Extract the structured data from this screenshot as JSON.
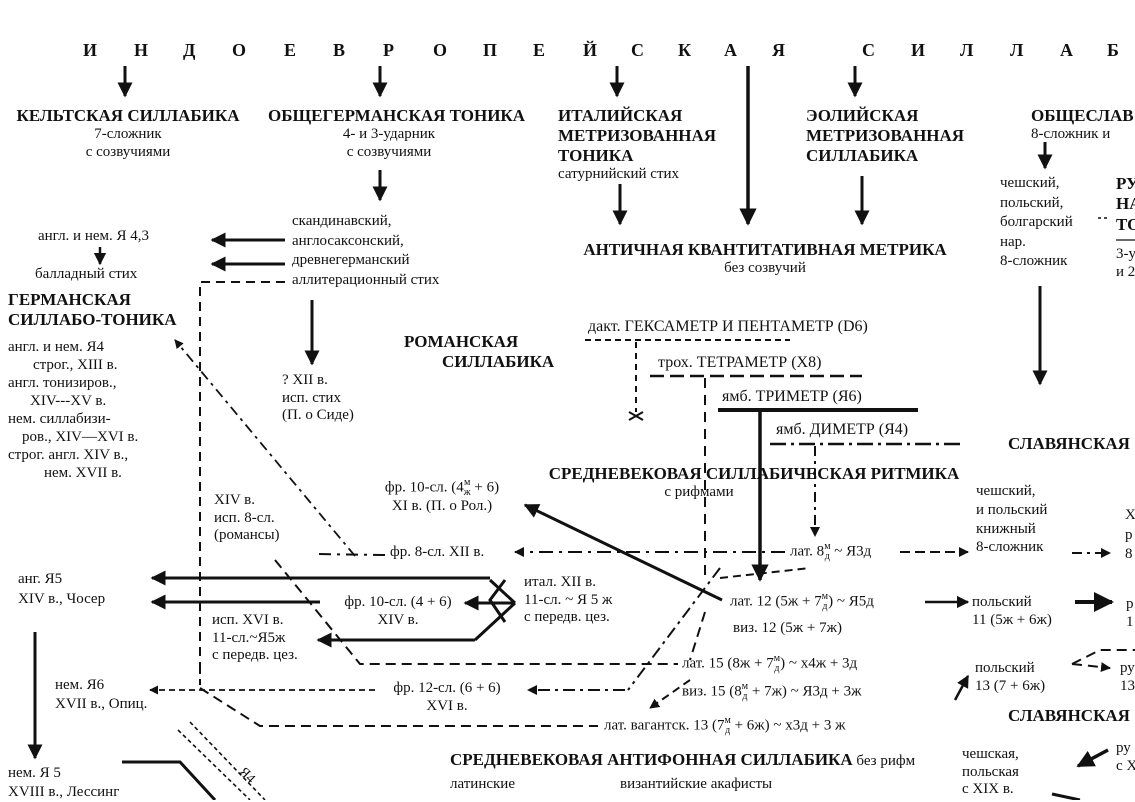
{
  "header_letters": [
    "И",
    "Н",
    "Д",
    "О",
    "Е",
    "В",
    "Р",
    "О",
    "П",
    "Е",
    "Й",
    "С",
    "К",
    "А",
    "Я",
    "С",
    "И",
    "Л",
    "Л",
    "А",
    "Б"
  ],
  "celtic": {
    "title": "КЕЛЬТСКАЯ СИЛЛАБИКА",
    "l1": "7-сложник",
    "l2": "с созвучиями"
  },
  "germanic_tonic": {
    "title": "ОБЩЕГЕРМАНСКАЯ ТОНИКА",
    "l1": "4- и 3-ударник",
    "l2": "с созвучиями"
  },
  "italic": {
    "l1": "ИТАЛИЙСКАЯ",
    "l2": "МЕТРИЗОВАННАЯ",
    "l3": "ТОНИКА",
    "l4": "сатурнийский стих"
  },
  "aeolic": {
    "l1": "ЭОЛИЙСКАЯ",
    "l2": "МЕТРИЗОВАННАЯ",
    "l3": "СИЛЛАБИКА"
  },
  "slavic_common": {
    "title": "ОБЩЕСЛАВ",
    "sub": "8-сложник и"
  },
  "czech_col": {
    "l1": "чешский,",
    "l2": "польский,",
    "l3": "болгарский",
    "l4": "нар.",
    "l5": "8-сложник"
  },
  "ru_col": {
    "l1": "РУ",
    "l2": "НА",
    "l3": "ТО",
    "l4": "3-у",
    "l5": "и 2"
  },
  "scand": {
    "l1": "скандинавский,",
    "l2": "англосаксонский,",
    "l3": "древнегерманский",
    "l4": "аллитерационный стих"
  },
  "antique": {
    "title": "АНТИЧНАЯ КВАНТИТАТИВНАЯ МЕТРИКА",
    "sub": "без созвучий"
  },
  "eng_ger": {
    "l1": "англ. и нем. Я 4,3",
    "l2": "балладный стих"
  },
  "germ_syll": {
    "l1": "ГЕРМАНСКАЯ",
    "l2": "СИЛЛАБО-ТОНИКА"
  },
  "germ_list": [
    "англ. и нем. Я4",
    "строг., XIII в.",
    "англ. тонизиров.,",
    "XIV---XV в.",
    "нем. силлабизи-",
    "ров., XIV—XVI в.",
    "строг. англ. XIV в.,",
    "нем. XVII в."
  ],
  "xii": {
    "l1": "?   XII в.",
    "l2": "исп. стих",
    "l3": "(П. о Сиде)"
  },
  "romance": {
    "l1": "РОМАНСКАЯ",
    "l2": "СИЛЛАБИКА"
  },
  "hex": {
    "text": "дакт.  ГЕКСАМЕТР И ПЕНТАМЕТР  (D6)"
  },
  "tetr": {
    "text": "трох.  ТЕТРАМЕТР  (Х8)"
  },
  "trim": {
    "text": "ямб.  ТРИМЕТР  (Я6)"
  },
  "dim": {
    "text": "ямб.  ДИМЕТР  (Я4)"
  },
  "slavic2": {
    "text": "СЛАВЯНСКАЯ"
  },
  "medieval": {
    "title": "СРЕДНЕВЕКОВАЯ СИЛЛАБИЧЕСКАЯ РИТМИКА",
    "sub": "с рифмами"
  },
  "czech_book": {
    "l1": "чешский,",
    "l2": "и польский",
    "l3": "книжный",
    "l4": "8-сложник"
  },
  "x_right": {
    "l1": "Х",
    "l2": "р",
    "l3": "8"
  },
  "fr10": {
    "l1a": "фр. 10-сл. (4",
    "l1b": " + 6)",
    "sup": "м",
    "sub": "ж",
    "l2": "XI в. (П. о Рол.)"
  },
  "span14": {
    "l1": "XIV в.",
    "l2": "исп. 8-сл.",
    "l3": "(романсы)"
  },
  "fr8": {
    "text": "фр. 8-сл. XII в."
  },
  "lat8": {
    "a": "лат. 8",
    "sup": "м",
    "sub": "д",
    "b": "  ~  Я3д"
  },
  "eng5": {
    "l1": "анг. Я5",
    "l2": "XIV в., Чосер"
  },
  "fr10b": {
    "l1": "фр. 10-сл. (4 + 6)",
    "l2": "XIV в."
  },
  "ital": {
    "l1": "итал. XII в.",
    "l2": "11-сл. ~ Я 5 ж",
    "l3": "с передв. цез."
  },
  "lat12": {
    "a": "лат. 12 (5ж + 7",
    "sup": "м",
    "sub": "д",
    "b": ")  ~  Я5д"
  },
  "viz12": {
    "text": "виз. 12 (5ж + 7ж)"
  },
  "pol11": {
    "l1": "польский",
    "l2": "11 (5ж + 6ж)"
  },
  "r_right1": {
    "l1": "р",
    "l2": "1"
  },
  "span16": {
    "l1": "исп. XVI в.",
    "l2": "11-сл.~Я5ж",
    "l3": "с передв. цез."
  },
  "lat15": {
    "a": "лат. 15 (8ж + 7",
    "sup": "м",
    "sub": "д",
    "b": ")  ~  х4ж + 3д"
  },
  "pol13": {
    "l1": "польский",
    "l2": "13 (7 + 6ж)"
  },
  "ru_right2": {
    "l1": "ру",
    "l2": "13"
  },
  "nem6": {
    "l1": "нем. Я6",
    "l2": "XVII в., Опиц."
  },
  "fr12": {
    "l1": "фр. 12-сл. (6 + 6)",
    "l2": "XVI в."
  },
  "viz15": {
    "a": "виз. 15 (8",
    "sup": "м",
    "sub": "д",
    "b": " + 7ж)  ~  Я3д + 3ж"
  },
  "slavic3": {
    "text": "СЛАВЯНСКАЯ"
  },
  "vag": {
    "a": "лат. вагантск. 13 (7",
    "sup": "м",
    "sub": "д",
    "b": " + 6ж)  ~  х3д + 3 ж"
  },
  "antiphon": {
    "bold": "СРЕДНЕВЕКОВАЯ АНТИФОННАЯ СИЛЛАБИКА",
    "rest": " без рифм"
  },
  "latin": {
    "text": "латинские"
  },
  "byz": {
    "text": "византийские акафисты"
  },
  "czech_pol": {
    "l1": "чешская,",
    "l2": "польская",
    "l3": "с XIX в."
  },
  "ru_right3": {
    "l1": "ру",
    "l2": "с Х"
  },
  "nem5": {
    "l1": "нем. Я 5",
    "l2": "XVIII в., Лессинг"
  },
  "ya4": {
    "text": "Я4"
  }
}
